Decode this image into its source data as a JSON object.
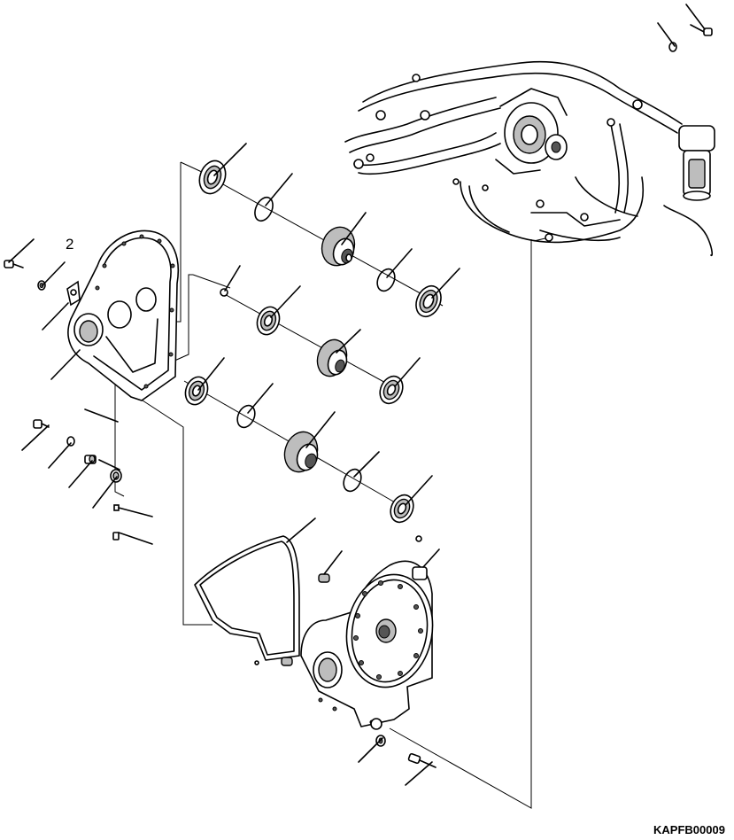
{
  "drawing_code": "KAPFB00009",
  "callouts": [
    {
      "id": "2",
      "text": "2"
    }
  ],
  "colors": {
    "ink": "#000000",
    "background": "#ffffff",
    "shade": "#bdbdbd"
  }
}
